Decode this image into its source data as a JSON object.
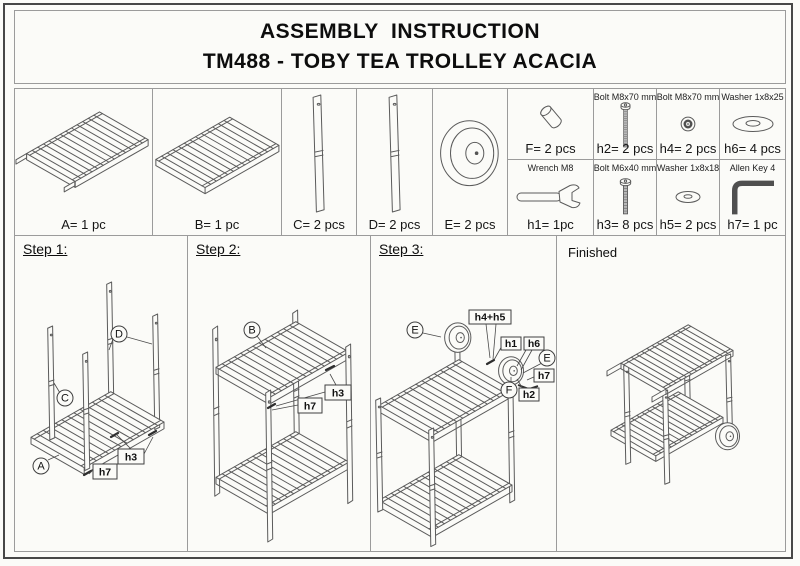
{
  "title": {
    "line1": "ASSEMBLY  INSTRUCTION",
    "line2": "TM488 - TOBY TEA TROLLEY ACACIA"
  },
  "parts": {
    "a": {
      "qty": "A= 1 pc"
    },
    "b": {
      "qty": "B= 1 pc"
    },
    "c": {
      "qty": "C= 2 pcs"
    },
    "d": {
      "qty": "D= 2 pcs"
    },
    "e": {
      "qty": "E= 2 pcs"
    },
    "f": {
      "qty": "F= 2 pcs"
    },
    "h1": {
      "name": "Wrench M8",
      "qty": "h1= 1pc"
    },
    "h2": {
      "name": "Bolt M8x70 mm",
      "qty": "h2= 2 pcs"
    },
    "h3": {
      "name": "Bolt M6x40 mm",
      "qty": "h3= 8 pcs"
    },
    "h4": {
      "name": "Bolt M8x70 mm",
      "qty": "h4= 2 pcs"
    },
    "h5": {
      "name": "Washer 1x8x18",
      "qty": "h5= 2 pcs"
    },
    "h6": {
      "name": "Washer 1x8x25",
      "qty": "h6= 4 pcs"
    },
    "h7": {
      "name": "Allen Key 4",
      "qty": "h7= 1 pc"
    }
  },
  "steps": {
    "step1": {
      "label": "Step 1:",
      "callouts": {
        "A": "A",
        "C": "C",
        "D": "D",
        "h3": "h3",
        "h7": "h7"
      }
    },
    "step2": {
      "label": "Step 2:",
      "callouts": {
        "B": "B",
        "h3": "h3",
        "h7": "h7"
      }
    },
    "step3": {
      "label": "Step 3:",
      "callouts": {
        "E1": "E",
        "E2": "E",
        "F": "F",
        "h1": "h1",
        "h2": "h2",
        "h45": "h4+h5",
        "h6": "h6",
        "h7": "h7"
      }
    },
    "finished": {
      "label": "Finished"
    }
  },
  "colors": {
    "background": "#fbfbf8",
    "line_art": "#5b5b5b",
    "cell_border": "#9b9b9b",
    "page_border": "#474747",
    "bolt_shaft": "#b9b9b9",
    "text": "#111111"
  }
}
